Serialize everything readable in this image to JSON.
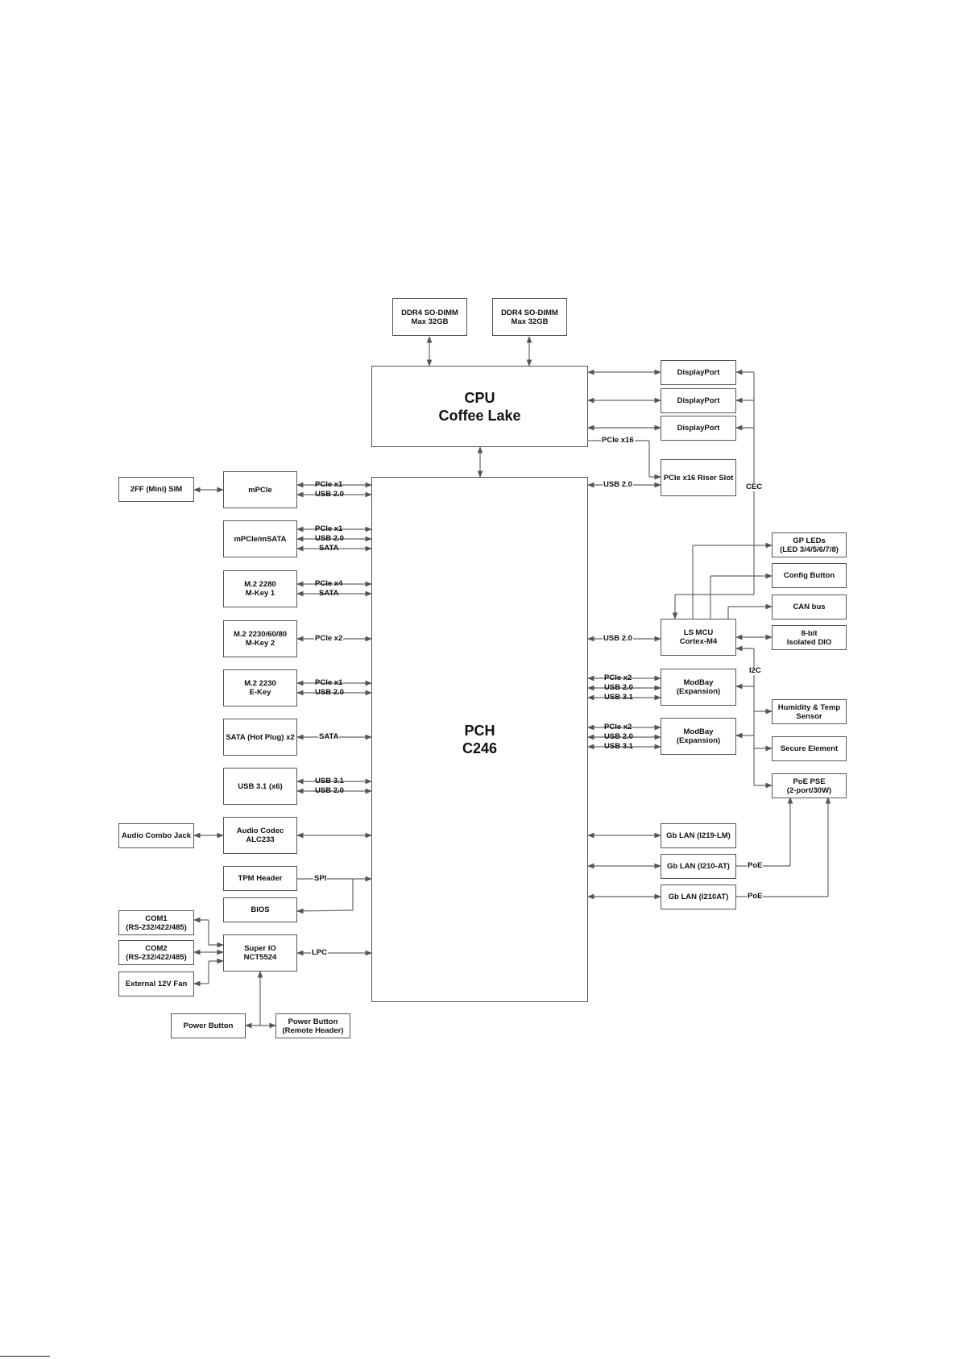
{
  "cpu": [
    "CPU",
    "Coffee Lake"
  ],
  "pch": [
    "PCH",
    "C246"
  ],
  "dimm1": [
    "DDR4 SO-DIMM",
    "Max 32GB"
  ],
  "dimm2": [
    "DDR4 SO-DIMM",
    "Max 32GB"
  ],
  "dp1": [
    "DisplayPort"
  ],
  "dp2": [
    "DisplayPort"
  ],
  "dp3": [
    "DisplayPort"
  ],
  "riser": [
    "PCIe x16 Riser Slot"
  ],
  "sim": [
    "2FF (Mini) SIM"
  ],
  "mpcie": [
    "mPCIe"
  ],
  "msata": [
    "mPCIe/mSATA"
  ],
  "m2_1": [
    "M.2 2280",
    "M-Key 1"
  ],
  "m2_2": [
    "M.2 2230/60/80",
    "M-Key 2"
  ],
  "m2_e": [
    "M.2 2230",
    "E-Key"
  ],
  "sata_hp": [
    "SATA (Hot Plug) x2"
  ],
  "usb31": [
    "USB 3.1 (x6)"
  ],
  "audio_jack": [
    "Audio Combo Jack"
  ],
  "audio_codec": [
    "Audio Codec",
    "ALC233"
  ],
  "tpm": [
    "TPM Header"
  ],
  "bios": [
    "BIOS"
  ],
  "com1": [
    "COM1",
    "(RS-232/422/485)"
  ],
  "com2": [
    "COM2",
    "(RS-232/422/485)"
  ],
  "fan": [
    "External 12V Fan"
  ],
  "superio": [
    "Super IO",
    "NCT5524"
  ],
  "pwr_btn": [
    "Power Button"
  ],
  "pwr_remote": [
    "Power Button",
    "(Remote Header)"
  ],
  "gp_leds": [
    "GP LEDs",
    "(LED 3/4/5/6/7/8)"
  ],
  "config_btn": [
    "Config Button"
  ],
  "can": [
    "CAN bus"
  ],
  "dio": [
    "8-bit",
    "Isolated DIO"
  ],
  "mcu": [
    "LS MCU",
    "Cortex-M4"
  ],
  "modbay1": [
    "ModBay",
    "(Expansion)"
  ],
  "modbay2": [
    "ModBay",
    "(Expansion)"
  ],
  "humidity": [
    "Humidity & Temp",
    "Sensor"
  ],
  "secure": [
    "Secure Element"
  ],
  "poe": [
    "PoE PSE",
    "(2-port/30W)"
  ],
  "lan1": [
    "Gb LAN (I219-LM)"
  ],
  "lan2": [
    "Gb LAN (I210-AT)"
  ],
  "lan3": [
    "Gb LAN (I210AT)"
  ],
  "labels": {
    "pcie_x16": "PCIe x16",
    "usb20": "USB 2.0",
    "cec": "CEC",
    "pcie_x1": "PCIe x1",
    "sata": "SATA",
    "pcie_x4": "PCIe x4",
    "pcie_x2": "PCIe x2",
    "usb31": "USB 3.1",
    "spi": "SPI",
    "lpc": "LPC",
    "i2c": "I2C",
    "poe": "PoE"
  }
}
